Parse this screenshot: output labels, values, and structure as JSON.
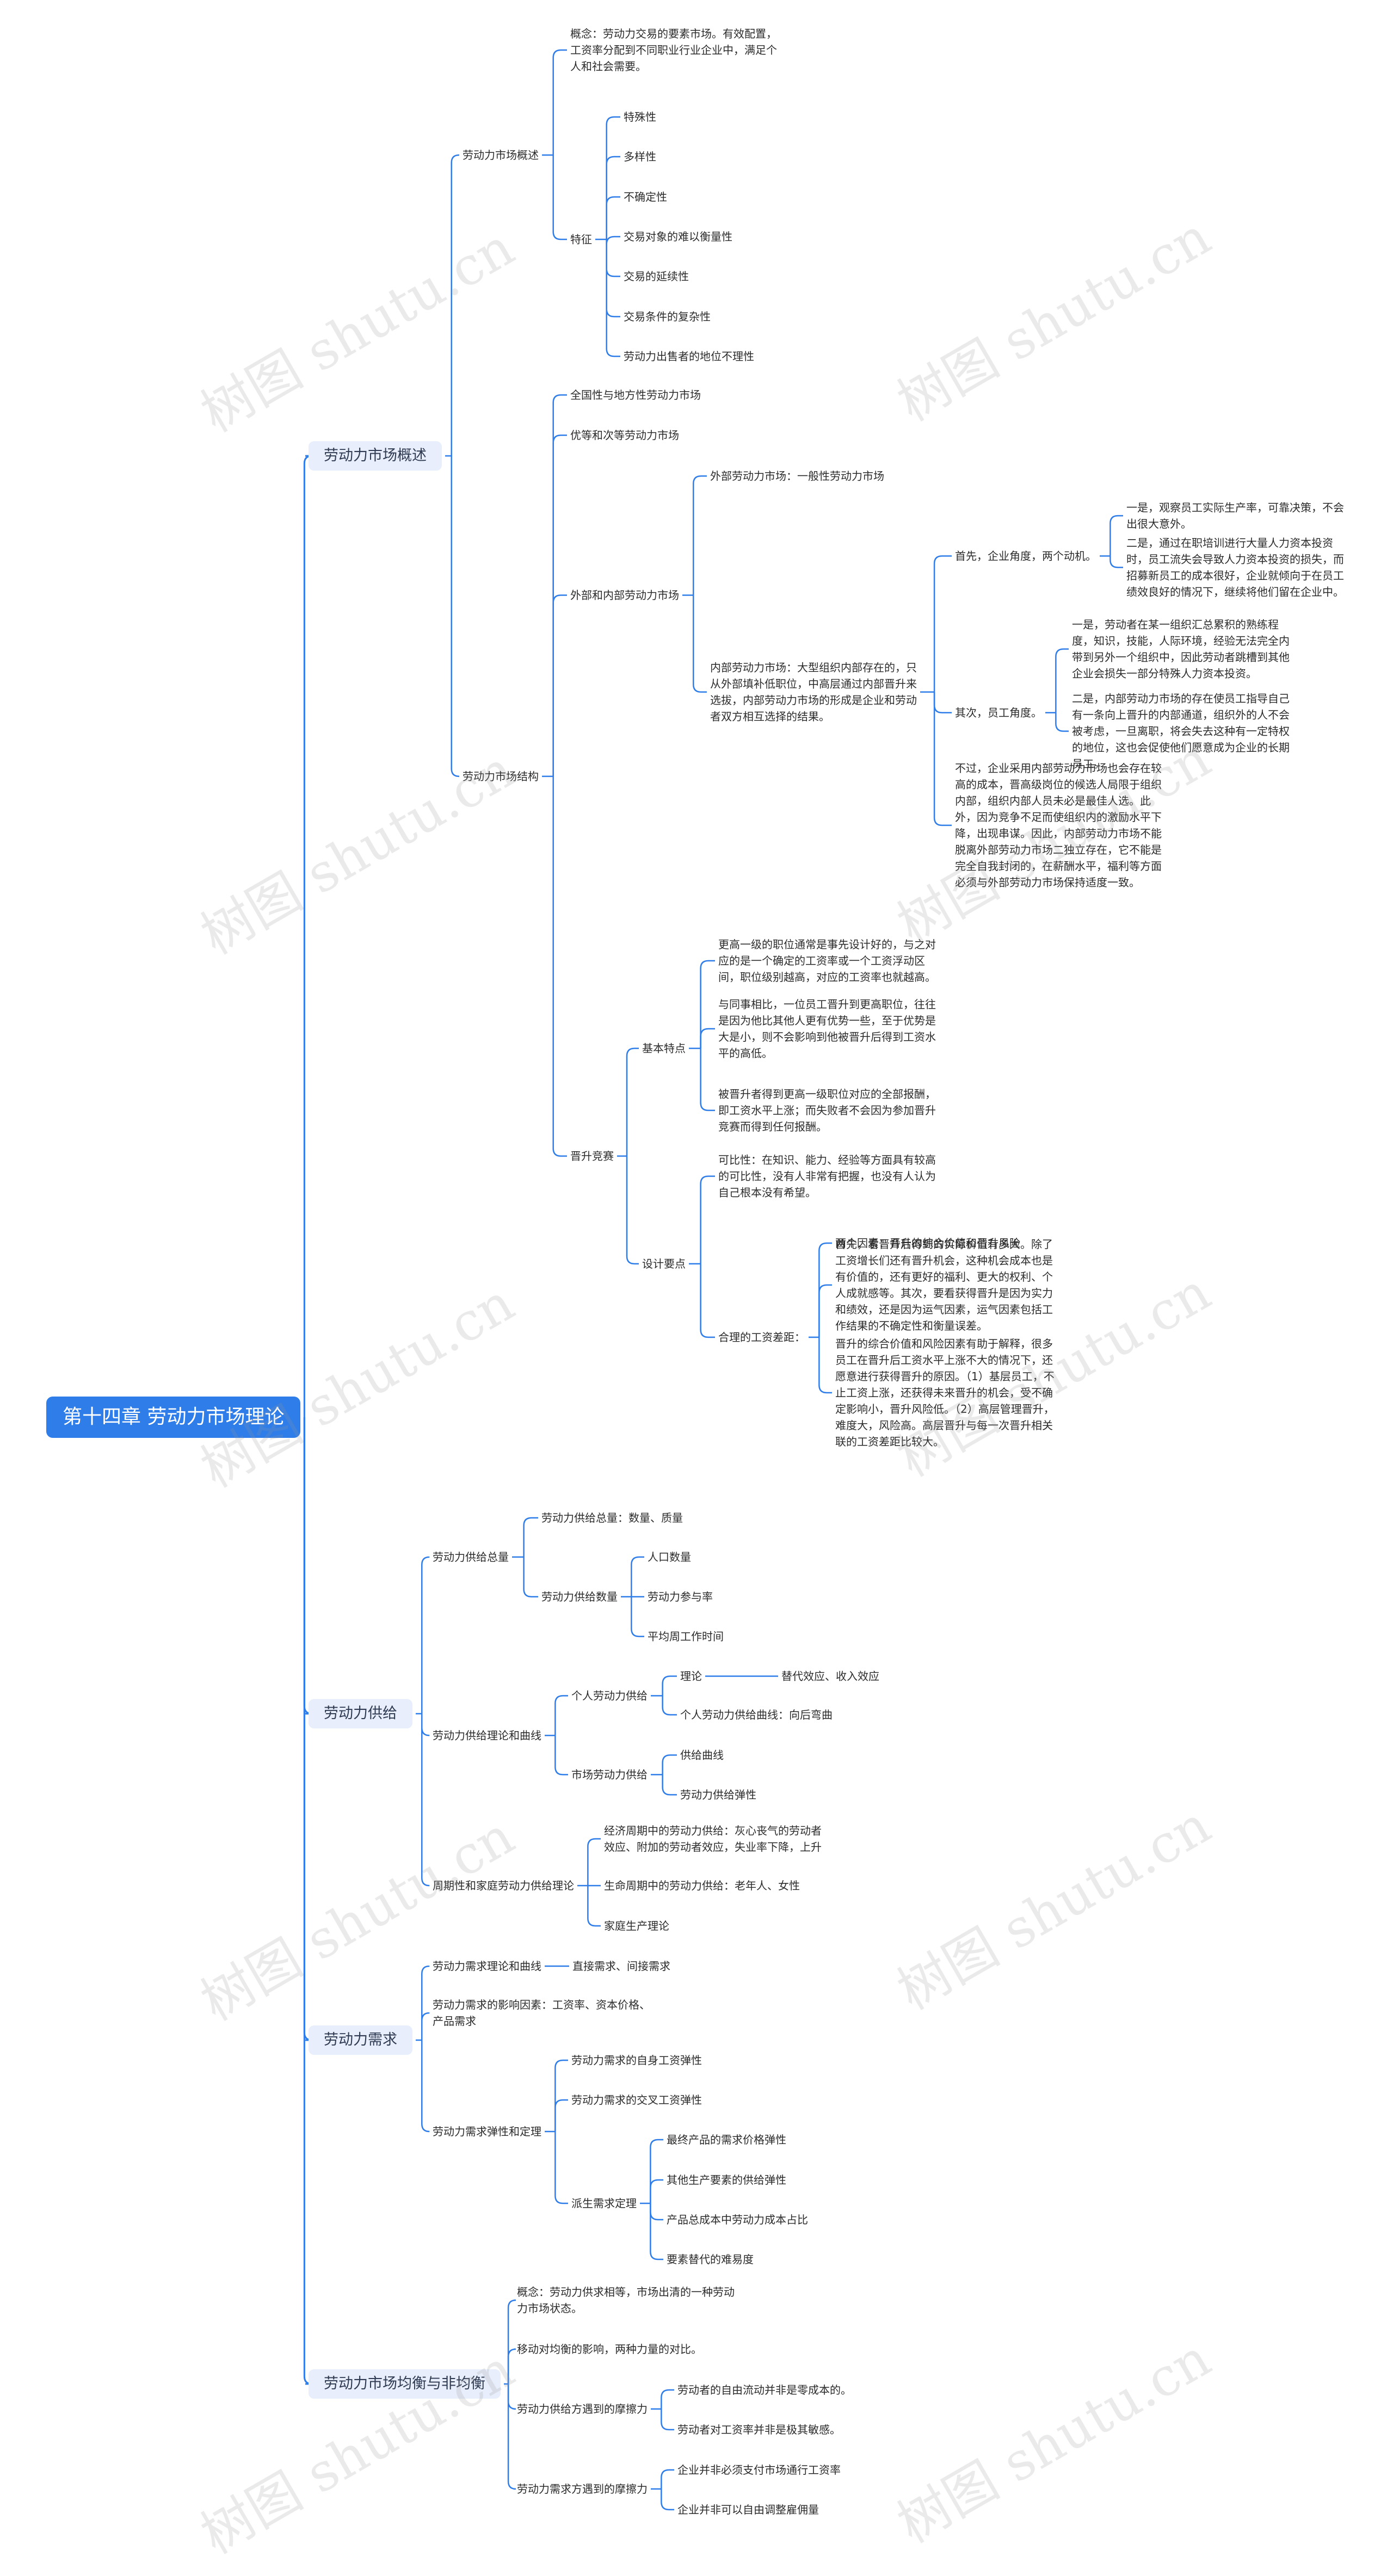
{
  "watermark": "树图 shutu.cn",
  "colors": {
    "root_bg": "#2e7de9",
    "root_text": "#ffffff",
    "branch_bg": "#e8eefb",
    "line": "#2e7de9",
    "text": "#2b2b2b"
  },
  "root": {
    "label": "第十四章 劳动力市场理论"
  },
  "branches": [
    {
      "label": "劳动力市场概述",
      "children": [
        {
          "label": "劳动力市场概述",
          "children": [
            {
              "label": "概念：劳动力交易的要素市场。有效配置，工资率分配到不同职业行业企业中，满足个人和社会需要。"
            },
            {
              "label": "特征",
              "children": [
                {
                  "label": "特殊性"
                },
                {
                  "label": "多样性"
                },
                {
                  "label": "不确定性"
                },
                {
                  "label": "交易对象的难以衡量性"
                },
                {
                  "label": "交易的延续性"
                },
                {
                  "label": "交易条件的复杂性"
                },
                {
                  "label": "劳动力出售者的地位不理性"
                }
              ]
            }
          ]
        },
        {
          "label": "劳动力市场结构",
          "children": [
            {
              "label": "全国性与地方性劳动力市场"
            },
            {
              "label": "优等和次等劳动力市场"
            },
            {
              "label": "外部和内部劳动力市场",
              "children": [
                {
                  "label": "外部劳动力市场：一般性劳动力市场"
                },
                {
                  "label": "内部劳动力市场：大型组织内部存在的，只从外部填补低职位，中高层通过内部晋升来选拔，内部劳动力市场的形成是企业和劳动者双方相互选择的结果。",
                  "children": [
                    {
                      "label": "首先，企业角度，两个动机。",
                      "children": [
                        {
                          "label": "一是，观察员工实际生产率，可靠决策，不会出很大意外。"
                        },
                        {
                          "label": "二是，通过在职培训进行大量人力资本投资时，员工流失会导致人力资本投资的损失，而招募新员工的成本很好，企业就倾向于在员工绩效良好的情况下，继续将他们留在企业中。"
                        }
                      ]
                    },
                    {
                      "label": "其次，员工角度。",
                      "children": [
                        {
                          "label": "一是，劳动者在某一组织汇总累积的熟练程度，知识，技能，人际环境，经验无法完全内带到另外一个组织中，因此劳动者跳槽到其他企业会损失一部分特殊人力资本投资。"
                        },
                        {
                          "label": "二是，内部劳动力市场的存在使员工指导自己有一条向上晋升的内部通道，组织外的人不会被考虑，一旦离职，将会失去这种有一定特权的地位，这也会促使他们愿意成为企业的长期员工。"
                        }
                      ]
                    },
                    {
                      "label": "不过，企业采用内部劳动力市场也会存在较高的成本，晋高级岗位的候选人局限于组织内部，组织内部人员未必是最佳人选。此外，因为竞争不足而使组织内的激励水平下降，出现串谋。因此，内部劳动力市场不能脱离外部劳动力市场二独立存在，它不能是完全自我封闭的，在薪酬水平，福利等方面必须与外部劳动力市场保持适度一致。"
                    }
                  ]
                }
              ]
            },
            {
              "label": "晋升竞赛",
              "children": [
                {
                  "label": "基本特点",
                  "children": [
                    {
                      "label": "更高一级的职位通常是事先设计好的，与之对应的是一个确定的工资率或一个工资浮动区间，职位级别越高，对应的工资率也就越高。"
                    },
                    {
                      "label": "与同事相比，一位员工晋升到更高职位，往往是因为他比其他人更有优势一些，至于优势是大是小，则不会影响到他被晋升后得到工资水平的高低。"
                    },
                    {
                      "label": "被晋升者得到更高一级职位对应的全部报酬，即工资水平上涨；而失败者不会因为参加晋升竞赛而得到任何报酬。"
                    }
                  ]
                },
                {
                  "label": "设计要点",
                  "children": [
                    {
                      "label": "可比性：在知识、能力、经验等方面具有较高的可比性，没有人非常有把握，也没有人认为自己根本没有希望。"
                    },
                    {
                      "label": "合理的工资差距：",
                      "children": [
                        {
                          "label": "两个因素：晋升的综合价值和晋升风险"
                        },
                        {
                          "label": "首先，看晋升后得到的实际价值有多大。除了工资增长们还有晋升机会，这种机会成本也是有价值的，还有更好的福利、更大的权利、个人成就感等。其次，要看获得晋升是因为实力和绩效，还是因为运气因素，运气因素包括工作结果的不确定性和衡量误差。"
                        },
                        {
                          "label": "晋升的综合价值和风险因素有助于解释，很多员工在晋升后工资水平上涨不大的情况下，还愿意进行获得晋升的原因。（1）基层员工，不止工资上涨，还获得未来晋升的机会，受不确定影响小，晋升风险低。（2）高层管理晋升，难度大，风险高。高层晋升与每一次晋升相关联的工资差距比较大。"
                        }
                      ]
                    }
                  ]
                }
              ]
            }
          ]
        }
      ]
    },
    {
      "label": "劳动力供给",
      "children": [
        {
          "label": "劳动力供给总量",
          "children": [
            {
              "label": "劳动力供给总量：数量、质量"
            },
            {
              "label": "劳动力供给数量",
              "children": [
                {
                  "label": "人口数量"
                },
                {
                  "label": "劳动力参与率"
                },
                {
                  "label": "平均周工作时间"
                }
              ]
            }
          ]
        },
        {
          "label": "劳动力供给理论和曲线",
          "children": [
            {
              "label": "个人劳动力供给",
              "children": [
                {
                  "label": "理论",
                  "children": [
                    {
                      "label": "替代效应、收入效应"
                    }
                  ]
                },
                {
                  "label": "个人劳动力供给曲线：向后弯曲"
                }
              ]
            },
            {
              "label": "市场劳动力供给",
              "children": [
                {
                  "label": "供给曲线"
                },
                {
                  "label": "劳动力供给弹性"
                }
              ]
            }
          ]
        },
        {
          "label": "周期性和家庭劳动力供给理论",
          "children": [
            {
              "label": "经济周期中的劳动力供给：灰心丧气的劳动者效应、附加的劳动者效应，失业率下降，上升"
            },
            {
              "label": "生命周期中的劳动力供给：老年人、女性"
            },
            {
              "label": "家庭生产理论"
            }
          ]
        }
      ]
    },
    {
      "label": "劳动力需求",
      "children": [
        {
          "label": "劳动力需求理论和曲线",
          "children": [
            {
              "label": "直接需求、间接需求"
            }
          ]
        },
        {
          "label": "劳动力需求的影响因素：工资率、资本价格、产品需求"
        },
        {
          "label": "劳动力需求弹性和定理",
          "children": [
            {
              "label": "劳动力需求的自身工资弹性"
            },
            {
              "label": "劳动力需求的交叉工资弹性"
            },
            {
              "label": "派生需求定理",
              "children": [
                {
                  "label": "最终产品的需求价格弹性"
                },
                {
                  "label": "其他生产要素的供给弹性"
                },
                {
                  "label": "产品总成本中劳动力成本占比"
                },
                {
                  "label": "要素替代的难易度"
                }
              ]
            }
          ]
        }
      ]
    },
    {
      "label": "劳动力市场均衡与非均衡",
      "children": [
        {
          "label": "概念：劳动力供求相等，市场出清的一种劳动力市场状态。"
        },
        {
          "label": "移动对均衡的影响，两种力量的对比。"
        },
        {
          "label": "劳动力供给方遇到的摩擦力",
          "children": [
            {
              "label": "劳动者的自由流动并非是零成本的。"
            },
            {
              "label": "劳动者对工资率并非是极其敏感。"
            }
          ]
        },
        {
          "label": "劳动力需求方遇到的摩擦力",
          "children": [
            {
              "label": "企业并非必须支付市场通行工资率"
            },
            {
              "label": "企业并非可以自由调整雇佣量"
            }
          ]
        }
      ]
    }
  ]
}
